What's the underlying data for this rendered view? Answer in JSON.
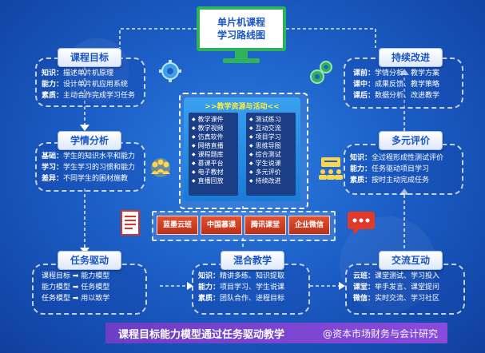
{
  "title": {
    "line1": "单片机课程",
    "line2": "学习路线图"
  },
  "goals": {
    "title": "课程目标",
    "rows": [
      {
        "k": "知识：",
        "v": "描述单片机原理"
      },
      {
        "k": "能力：",
        "v": "设计单片机应用系统"
      },
      {
        "k": "素质：",
        "v": "主动合作完成学习任务"
      }
    ]
  },
  "analysis": {
    "title": "学情分析",
    "rows": [
      {
        "k": "基础：",
        "v": "学生的知识水平和能力"
      },
      {
        "k": "学习：",
        "v": "学生学习的习惯和能力"
      },
      {
        "k": "差异：",
        "v": "不同学生的困材施教"
      }
    ]
  },
  "task": {
    "title": "任务驱动",
    "rows": [
      {
        "a": "课程目标",
        "b": "能力模型"
      },
      {
        "a": "能力模型",
        "b": "任务模型"
      },
      {
        "a": "任务模型",
        "b": "用以致学"
      }
    ]
  },
  "mixed": {
    "title": "混合教学",
    "rows": [
      {
        "k": "知识：",
        "v": "精讲多练、知识提取"
      },
      {
        "k": "能力：",
        "v": "项目学习、学生说课"
      },
      {
        "k": "素质：",
        "v": "团队合作、进程目标"
      }
    ]
  },
  "interact": {
    "title": "交流互动",
    "rows": [
      {
        "k": "云班：",
        "v": "课堂测试、学习投入"
      },
      {
        "k": "课堂：",
        "v": "举手发言、课堂提问"
      },
      {
        "k": "微信：",
        "v": "实时交流、学习社区"
      }
    ]
  },
  "eval": {
    "title": "多元评价",
    "rows": [
      {
        "k": "知识：",
        "v": "全过程形成性测试评价"
      },
      {
        "k": "能力：",
        "v": "任务驱动项目学习"
      },
      {
        "k": "素质：",
        "v": "按时主动完成任务"
      }
    ]
  },
  "improve": {
    "title": "持续改进",
    "rows": [
      {
        "k": "课前：",
        "v": "学情分析、教学方案"
      },
      {
        "k": "课中：",
        "v": "成果反馈、教学策略"
      },
      {
        "k": "课后：",
        "v": "数据分析、改进教学"
      }
    ]
  },
  "resources": {
    "title": ">>教学资源与活动<<",
    "left": [
      "教学课件",
      "教学视频",
      "仿真软件",
      "网络直播",
      "课程题库",
      "慕课平台",
      "电子教材",
      "直播回放"
    ],
    "right": [
      "测试练习",
      "互动交流",
      "项目学习",
      "思维导图",
      "综合测试",
      "学生说课",
      "多元评价",
      "持续改进"
    ]
  },
  "platforms": [
    "蓝墨云班",
    "中国慕课",
    "腾讯课堂",
    "企业微信"
  ],
  "banner": "课程目标能力模型通过任务驱动教学",
  "watermark": "@资本市场财务与会计研究",
  "colors": {
    "accent": "#2fb35a",
    "platform": "#c8391f",
    "banner": "#7a45d0"
  },
  "icons": [
    "gear-icon",
    "gears-icon",
    "team-icon",
    "discussion-icon",
    "document-icon",
    "chat-bubble-icon"
  ]
}
